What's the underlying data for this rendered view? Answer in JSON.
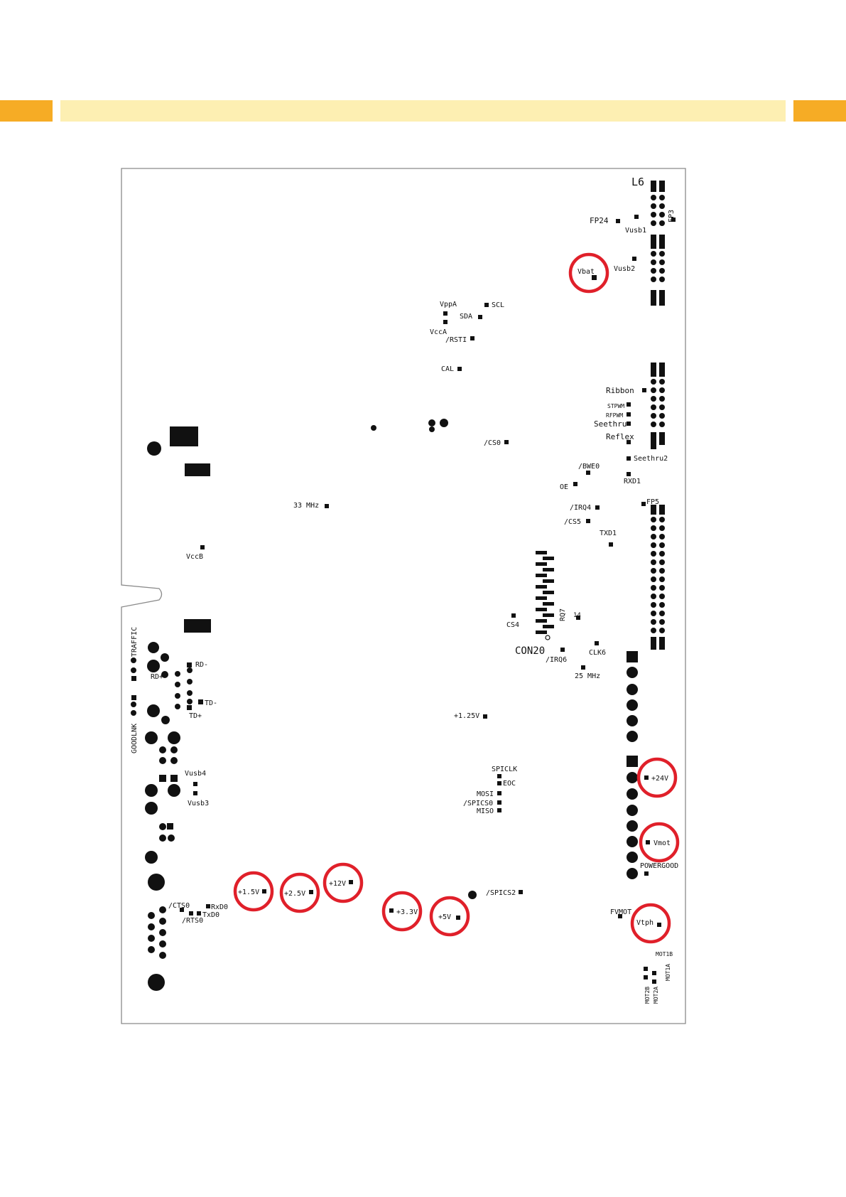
{
  "header": {
    "accent_color": "#f6ac25",
    "band_color": "#fdefb2"
  },
  "board": {
    "highlight_color": "#e0202a",
    "labels": {
      "l6": "L6",
      "fp24": "FP24",
      "fp3": "FP3",
      "vusb1": "Vusb1",
      "vusb2": "Vusb2",
      "vbat": "Vbat",
      "vppa": "VppA",
      "scl": "SCL",
      "sda": "SDA",
      "vcca": "VccA",
      "rsti": "/RSTI",
      "cal": "CAL",
      "ribbon": "Ribbon",
      "stpwm": "STPWM",
      "rfpwm": "RFPWM",
      "seethru": "Seethru",
      "reflex": "Reflex",
      "cs0": "/CS0",
      "seethru2": "Seethru2",
      "bwe0": "/BWE0",
      "rxd1": "RXD1",
      "oe": "OE",
      "mhz33": "33 MHz",
      "irq4": "/IRQ4",
      "fp5": "FP5",
      "cs5": "/CS5",
      "txd1": "TXD1",
      "vccb": "VccB",
      "traffic": "TRAFFIC",
      "cs4": "CS4",
      "rq7": "RQ7",
      "n14": "14",
      "con20": "CON20",
      "irq6": "/IRQ6",
      "clk6": "CLK6",
      "rdminus": "RD-",
      "rdplus": "RD+",
      "mhz25": "25 MHz",
      "tdminus": "TD-",
      "tdplus": "TD+",
      "goodlnk": "GOODLNK",
      "v125": "+1.25V",
      "spiclk": "SPICLK",
      "eoc": "EOC",
      "vusb4": "Vusb4",
      "mosi": "MOSI",
      "spics0": "/SPICS0",
      "miso": "MISO",
      "vusb3": "Vusb3",
      "v24": "+24V",
      "vmot": "Vmot",
      "powergood": "POWERGOOD",
      "v12": "+12V",
      "v15": "+1.5V",
      "v25": "+2.5V",
      "spics2": "/SPICS2",
      "cts0": "/CTS0",
      "rxd0": "RxD0",
      "txd0": "TxD0",
      "rts0": "/RTS0",
      "v33": "+3.3V",
      "v5": "+5V",
      "fvmot": "FVMOT",
      "vtph": "Vtph",
      "mot1b": "MOT1B",
      "mot1a": "MOT1A",
      "mot2b": "MOT2B",
      "mot2a": "MOT2A"
    }
  }
}
